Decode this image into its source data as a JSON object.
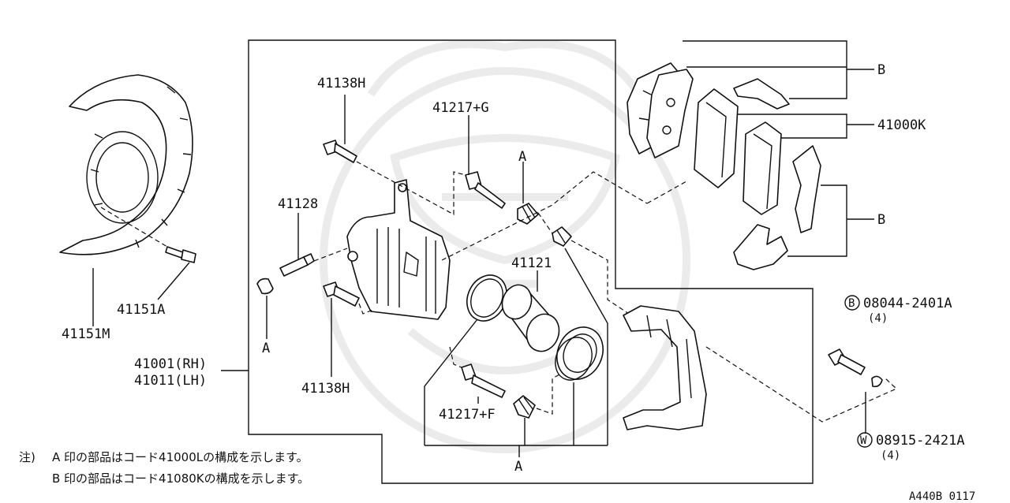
{
  "diagram": {
    "callouts": {
      "p41138H_top": "41138H",
      "p41217G": "41217+G",
      "marker_A_top": "A",
      "p41128": "41128",
      "p41121": "41121",
      "marker_A_left": "A",
      "p41138H_bottom": "41138H",
      "p41217F": "41217+F",
      "marker_A_bottom": "A",
      "p41151A": "41151A",
      "p41151M": "41151M",
      "p41001": "41001(RH)",
      "p41011": "41011(LH)",
      "marker_B_top": "B",
      "p41000K": "41000K",
      "marker_B_mid": "B",
      "bolt_code_circle": "B",
      "bolt_code": "08044-2401A",
      "bolt_qty": "(4)",
      "washer_code_circle": "W",
      "washer_code": "08915-2421A",
      "washer_qty": "(4)"
    },
    "notes": {
      "prefix": "注)",
      "line1": "A 印の部品はコード41000Lの構成を示します。",
      "line2": "B 印の部品はコード41080Kの構成を示します。"
    },
    "figure_code": "A440B 0117"
  }
}
